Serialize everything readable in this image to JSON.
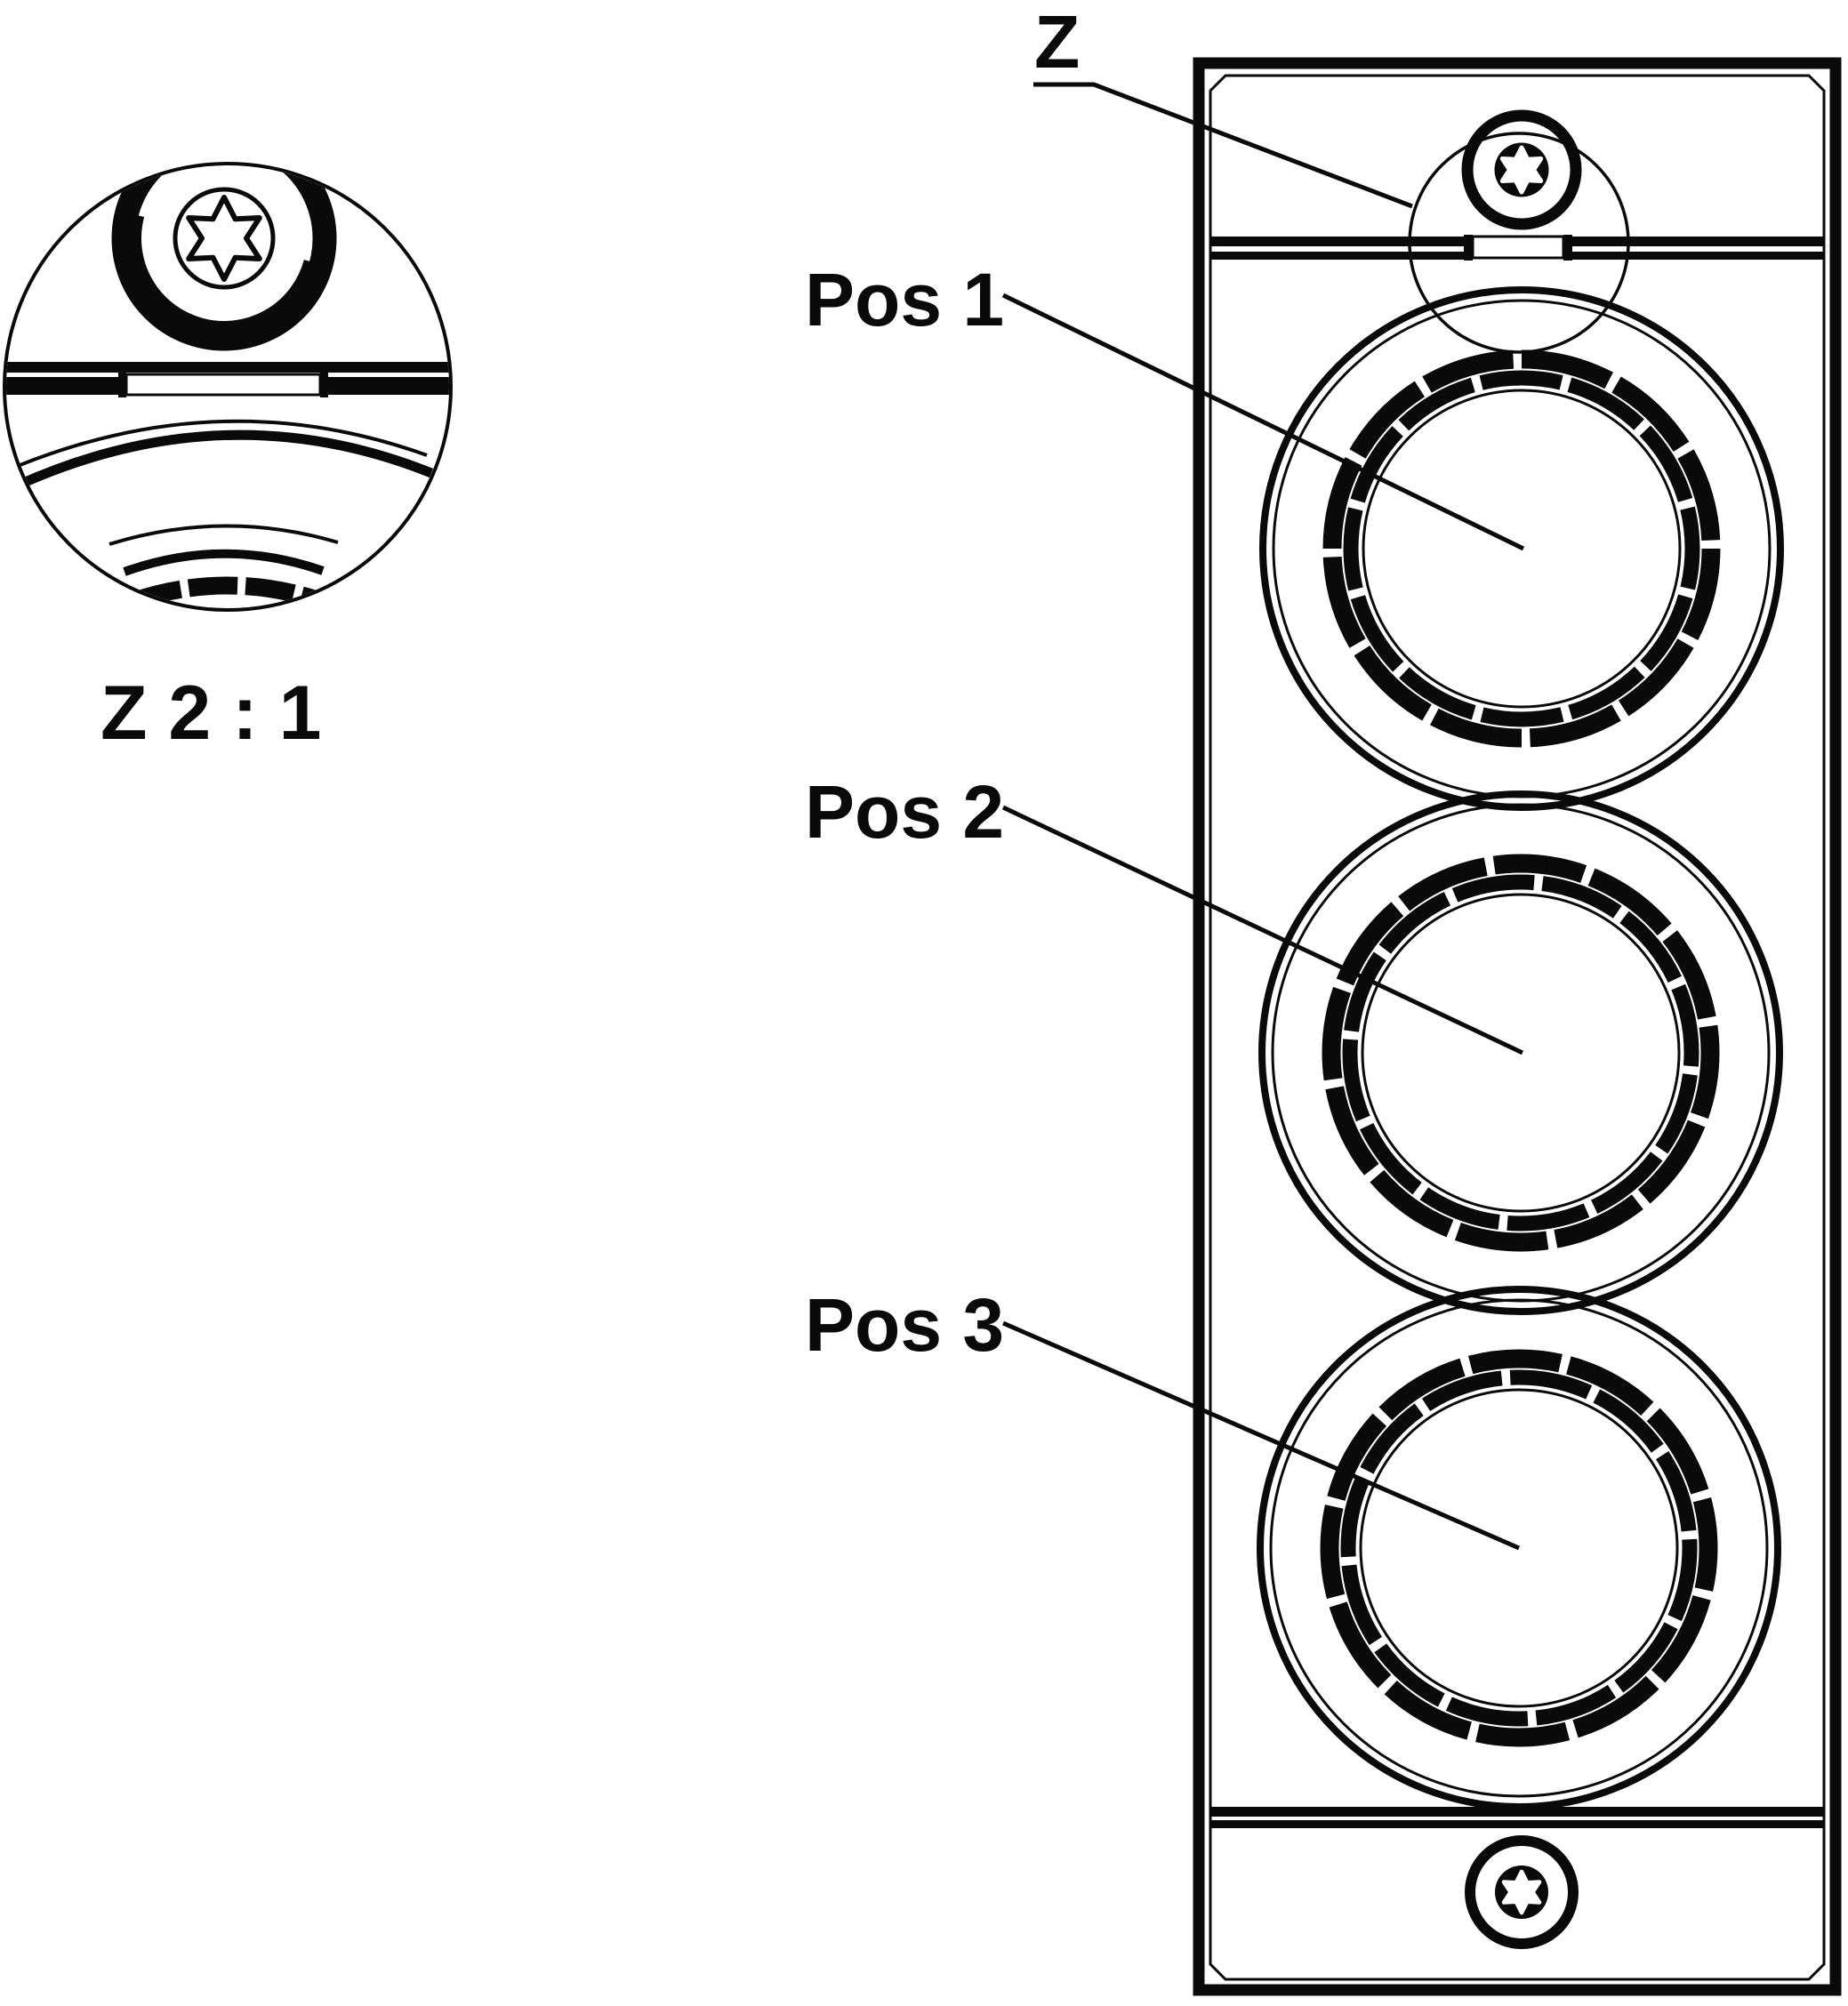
{
  "drawing": {
    "type": "technical-detail-drawing",
    "ink_color": "#0a0a0a",
    "background_color": "#ffffff"
  },
  "detail_view": {
    "scale_label": "Z 2 : 1"
  },
  "main_view": {
    "detail_marker_label": "Z",
    "callouts": [
      {
        "label": "Pos 1"
      },
      {
        "label": "Pos 2"
      },
      {
        "label": "Pos 3"
      }
    ]
  }
}
